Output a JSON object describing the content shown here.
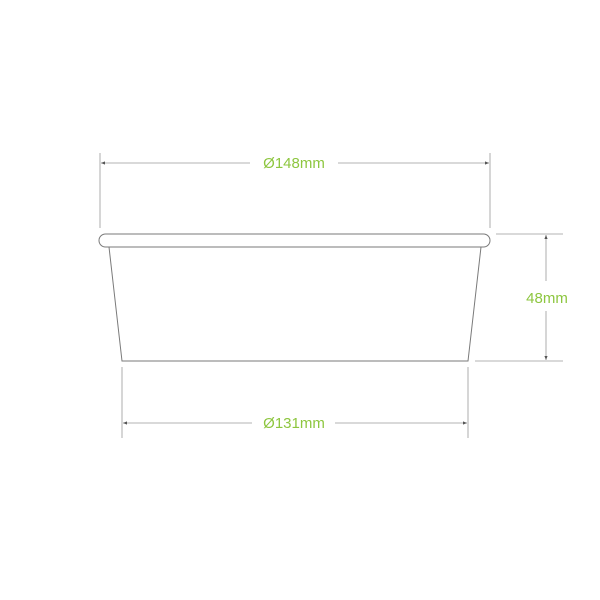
{
  "dimensions": {
    "top_diameter": "Ø148mm",
    "bottom_diameter": "Ø131mm",
    "height": "48mm"
  },
  "colors": {
    "label": "#8dc63f",
    "line": "#6d6d6d",
    "dim": "#9a9a9a"
  }
}
